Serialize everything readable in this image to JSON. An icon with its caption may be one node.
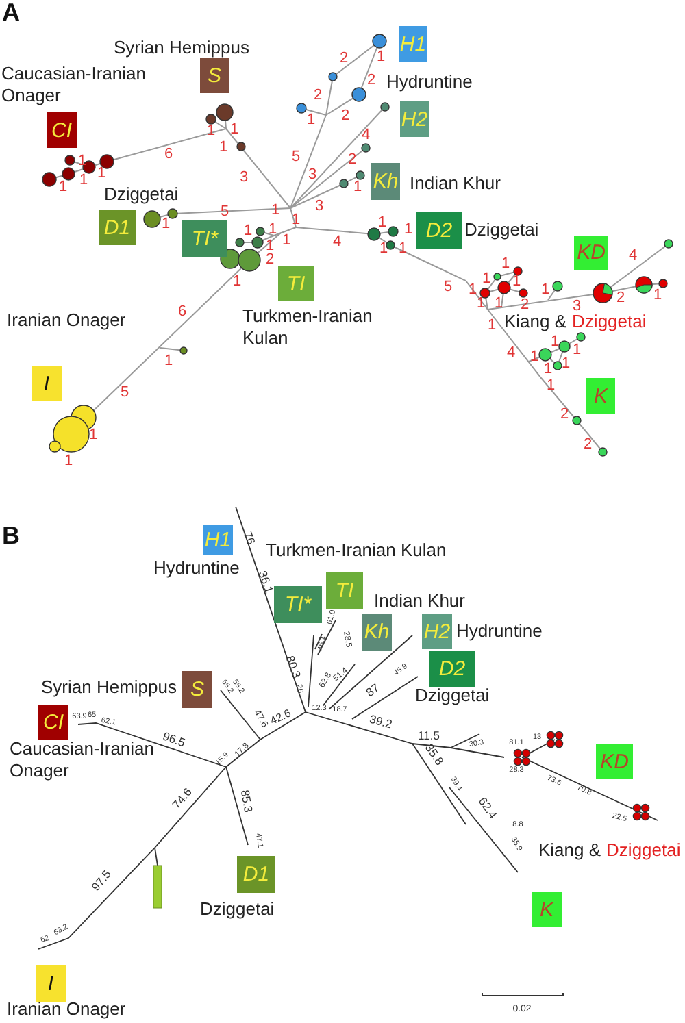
{
  "diagram": {
    "nodes": [
      {
        "text": [
          "S"
        ],
        "beside": [
          "Syrian Hemippus"
        ]
      },
      {
        "text": [
          "CI"
        ],
        "beside": [
          "Caucasian-Iranian Onager"
        ]
      },
      {
        "text": [
          "H1"
        ],
        "beside": [
          "Hydruntine"
        ]
      },
      {
        "text": [
          "H2"
        ]
      },
      {
        "text": [
          "Kh"
        ],
        "beside": [
          "Indian Khur"
        ]
      },
      {
        "text": [
          "D1"
        ],
        "beside": [
          "Dziggetai"
        ]
      },
      {
        "text": [
          "TI*"
        ]
      },
      {
        "text": [
          "D2"
        ],
        "beside": [
          "Dziggetai"
        ]
      },
      {
        "text": [
          "TI"
        ],
        "beside": [
          "Turkmen-Iranian Kulan"
        ]
      },
      {
        "text": [
          "KD"
        ],
        "beside": [
          "Kiang &",
          "Dziggetai"
        ]
      },
      {
        "text": [
          "I"
        ],
        "beside": [
          "Iranian Onager"
        ]
      },
      {
        "text": [
          "K"
        ]
      },
      {
        "text": [
          "H1"
        ],
        "beside": [
          "Hydruntine"
        ]
      },
      {
        "text": [
          "TI*"
        ]
      },
      {
        "text": [
          "TI"
        ],
        "beside": [
          "Turkmen-Iranian Kulan"
        ]
      },
      {
        "text": [
          "Kh"
        ],
        "beside": [
          "Indian Khur"
        ]
      },
      {
        "text": [
          "H2"
        ],
        "beside": [
          "Hydruntine"
        ]
      },
      {
        "text": [
          "D2"
        ],
        "beside": [
          "Dziggetai"
        ]
      },
      {
        "text": [
          "S"
        ],
        "beside": [
          "Syrian Hemippus"
        ]
      },
      {
        "text": [
          "CI"
        ],
        "beside": [
          "Caucasian-Iranian Onager"
        ]
      },
      {
        "text": [
          "D1"
        ],
        "beside": [
          "Dziggetai"
        ]
      },
      {
        "text": [
          "KD"
        ],
        "beside": [
          "Kiang &",
          "Dziggetai"
        ]
      },
      {
        "text": [
          "K"
        ]
      },
      {
        "text": [
          "I"
        ],
        "beside": [
          "Iranian Onager"
        ]
      }
    ],
    "labels": [
      "A",
      "2",
      "1",
      "2",
      "2",
      "2",
      "1",
      "1",
      "1",
      "4",
      "1",
      "6",
      "1",
      "5",
      "2",
      "3",
      "1",
      "3",
      "1",
      "1",
      "1",
      "3",
      "1",
      "5",
      "1",
      "1",
      "1",
      "1",
      "1",
      "1",
      "4",
      "1",
      "1",
      "1",
      "1",
      "4",
      "2",
      "1",
      "1",
      "1",
      "1",
      "5",
      "1",
      "1",
      "1",
      "2",
      "1",
      "1",
      "3",
      "2",
      "6",
      "1",
      "1",
      "1",
      "4",
      "1",
      "1",
      "1",
      "1",
      "1",
      "5",
      "2",
      "1",
      "2",
      "1",
      "B",
      "76",
      "36.1",
      "61.0",
      "46.1",
      "28.5",
      "80.3",
      "62.8",
      "51.4",
      "87",
      "45.9",
      "65.2",
      "55.2",
      "26",
      "12.3",
      "18.7",
      "42.6",
      "47.6",
      "39.2",
      "11.5",
      "81.1",
      "13",
      "30.3",
      "96.5",
      "63.9",
      "65",
      "62.1",
      "17.8",
      "15.9",
      "35.8",
      "28.3",
      "73.6",
      "70.8",
      "39.4",
      "85.3",
      "74.6",
      "22.5",
      "62.4",
      "8.8",
      "47.1",
      "35.9",
      "97.5",
      "63.2",
      "62",
      "0.02"
    ]
  }
}
